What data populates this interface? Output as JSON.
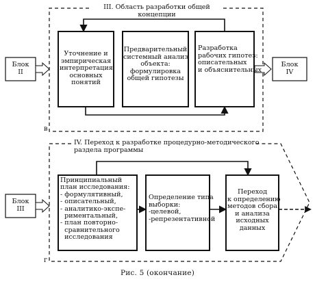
{
  "section_c": {
    "title": "III. Область разработки общей концепции",
    "marker": "в",
    "left_block": "Блок\nII",
    "right_block": "Блок\nIV",
    "box1": "Уточнение и\nэмпирическая\nинтерпретация\nосновных\nпонятий",
    "box2": "Предварительный\nсистемный анализ\nобъекта:\nформулировка\nобщей гипотезы",
    "box3": "Разработка\nрабочих гипотез:\nописательных\nи объяснительных"
  },
  "section_g": {
    "title": "IV. Переход к разработке процедурно-методического\nраздела программы",
    "marker": "г",
    "left_block": "Блок\nIII",
    "box1": "Принципиальный\nплан исследования:\n- формулятивный,\n- описательный,\n- аналитико-экспе-\n  риментальный,\n- план повторно-\n  сравнительного\n  исследования",
    "box2": "Определение типа\nвыборки:\n-целевой,\n-репрезентативной",
    "box3": "Переход\nк определению\nметодов сбора\nи анализа\nисходных\nданных"
  },
  "caption": "Рис. 5 (окончание)"
}
